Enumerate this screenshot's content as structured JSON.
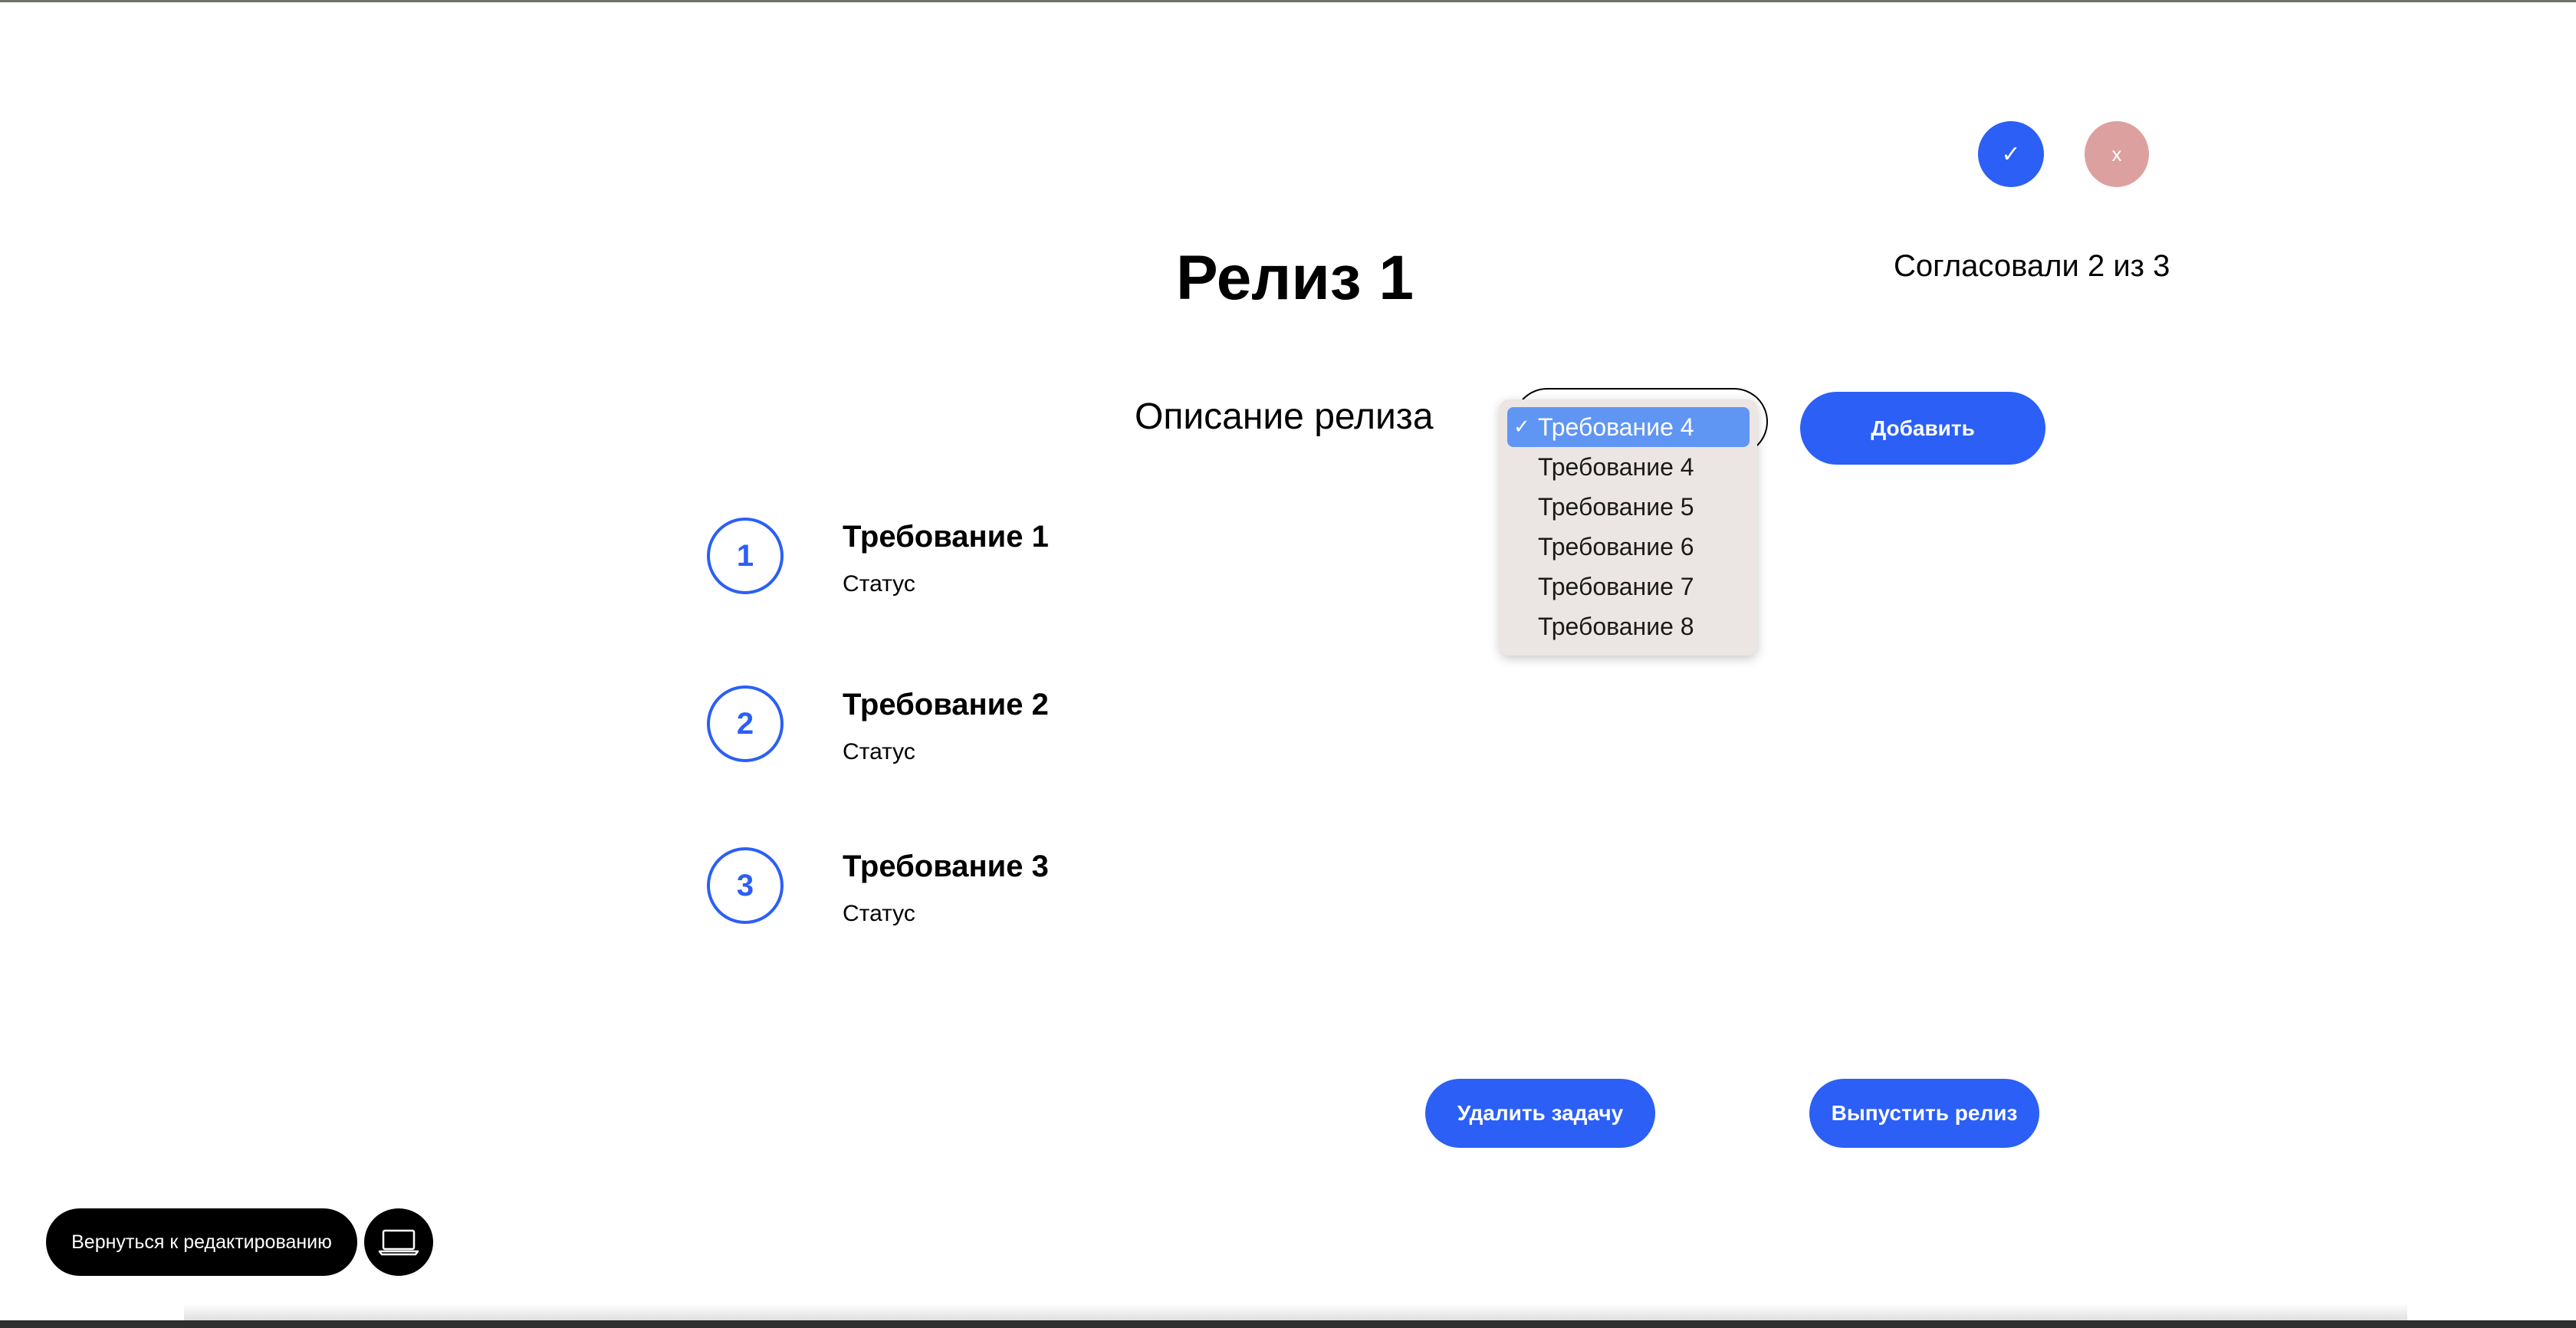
{
  "header": {
    "approve_symbol": "✓",
    "reject_symbol": "x",
    "title": "Релиз 1",
    "approval_status": "Согласовали 2 из 3"
  },
  "form": {
    "description_label": "Описание релиза",
    "selected_requirement": "Требование 4",
    "options": [
      "Требование 4",
      "Требование 4",
      "Требование 5",
      "Требование 6",
      "Требование 7",
      "Требование 8"
    ],
    "add_label": "Добавить"
  },
  "requirements": [
    {
      "number": "1",
      "title": "Требование 1",
      "status": "Статус"
    },
    {
      "number": "2",
      "title": "Требование 2",
      "status": "Статус"
    },
    {
      "number": "3",
      "title": "Требование 3",
      "status": "Статус"
    }
  ],
  "actions": {
    "delete_label": "Удалить задачу",
    "release_label": "Выпустить релиз"
  },
  "footer": {
    "back_label": "Вернуться к редактированию",
    "device_icon": "laptop-icon"
  },
  "colors": {
    "accent": "#2b5ff6",
    "reject": "#dca19f",
    "dropdown_bg": "#ebe5e3",
    "dropdown_selected": "#6096f3"
  }
}
